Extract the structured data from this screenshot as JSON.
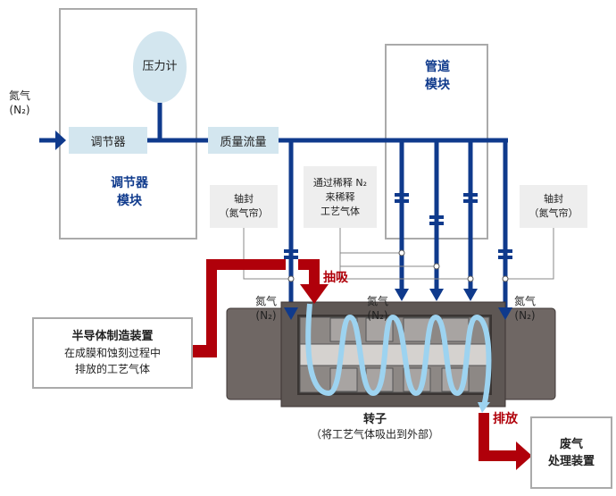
{
  "title_in": {
    "n2": "氮气",
    "n2_formula": "(N₂)"
  },
  "regulator_module": {
    "title_line1": "调节器",
    "title_line2": "模块",
    "regulator": "调节器",
    "gauge": "压力计"
  },
  "mass_flow": "质量流量",
  "piping_module": {
    "line1": "管道",
    "line2": "模块"
  },
  "shaft_seal_left": {
    "line1": "轴封",
    "line2": "（氮气帘）"
  },
  "shaft_seal_right": {
    "line1": "轴封",
    "line2": "（氮气帘）"
  },
  "dilution": {
    "line1": "通过稀释 N₂",
    "line2": "来稀释",
    "line3": "工艺气体"
  },
  "n2_labels": [
    {
      "line1": "氮气",
      "line2": "(N₂)"
    },
    {
      "line1": "氮气",
      "line2": "(N₂)"
    },
    {
      "line1": "氮气",
      "line2": "(N₂)"
    }
  ],
  "suction": "抽吸",
  "exhaust": "排放",
  "semiconductor": {
    "title": "半导体制造装置",
    "line1": "在成膜和蚀刻过程中",
    "line2": "排放的工艺气体"
  },
  "rotor": {
    "title": "转子",
    "subtitle": "（将工艺气体吸出到外部）"
  },
  "waste": {
    "line1": "废气",
    "line2": "处理装置"
  },
  "colors": {
    "pipe": "#0f3a8c",
    "red": "#b0000a",
    "spiral": "#9dd3f0",
    "housing": "#6f6764"
  }
}
